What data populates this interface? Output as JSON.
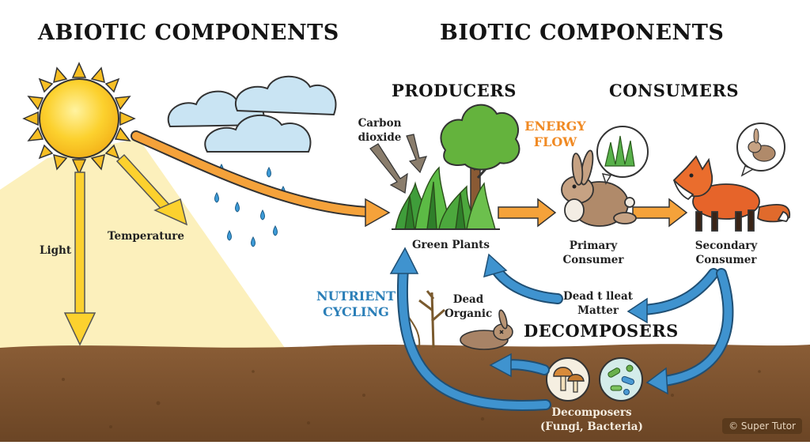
{
  "headings": {
    "abiotic": "ABIOTIC COMPONENTS",
    "biotic": "BIOTIC COMPONENTS",
    "producers": "PRODUCERS",
    "consumers": "CONSUMERS",
    "decomposers": "DECOMPOSERS"
  },
  "labels": {
    "light": "Light",
    "temperature": "Temperature",
    "carbon_dioxide_1": "Carbon",
    "carbon_dioxide_2": "dioxide",
    "energy_flow_1": "ENERGY",
    "energy_flow_2": "FLOW",
    "green_plants": "Green Plants",
    "primary_consumer_1": "Primary",
    "primary_consumer_2": "Consumer",
    "secondary_consumer_1": "Secondary",
    "secondary_consumer_2": "Consumer",
    "nutrient_cycling_1": "NUTRIENT",
    "nutrient_cycling_2": "CYCLING",
    "dead_organic_1": "Dead",
    "dead_organic_2": "Organic",
    "dead_matter_1": "Dead t lleat",
    "dead_matter_2": "Matter",
    "decomposers_1": "Decomposers",
    "decomposers_2": "(Fungi, Bacteria)"
  },
  "credit": "© Super Tutor",
  "colors": {
    "energy_arrow": "#f5a23a",
    "nutrient_arrow": "#3f93cf",
    "sun": "#fcd12e",
    "soil": "#7a5230",
    "light_beam": "#fbedb0",
    "heading_orange": "#f08a24",
    "heading_blue": "#2b7fb8"
  }
}
